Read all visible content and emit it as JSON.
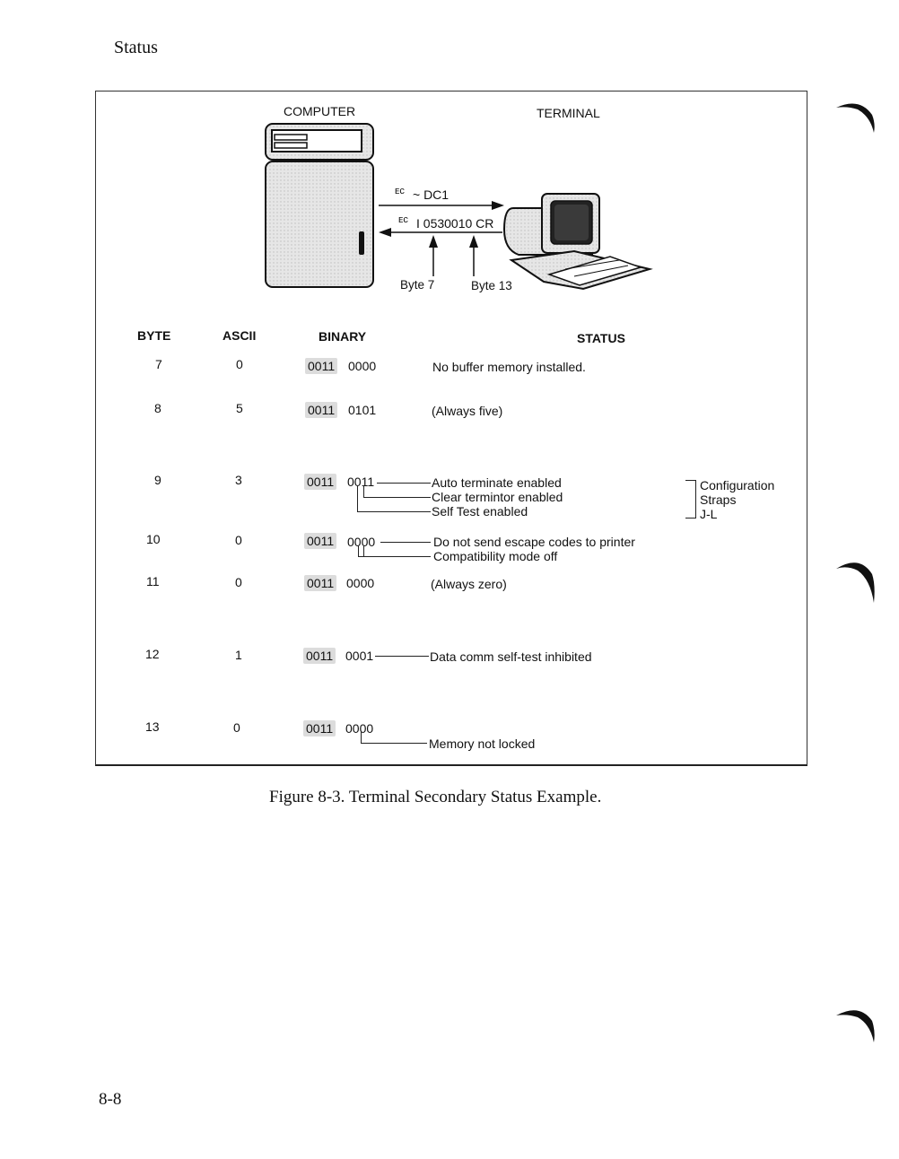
{
  "page": {
    "running_head": "Status",
    "page_number": "8-8",
    "caption": "Figure 8-3. Terminal Secondary Status Example."
  },
  "diagram": {
    "computer_label": "COMPUTER",
    "terminal_label": "TERMINAL",
    "escape_glyph": "ᴇᴄ",
    "request_seq": "~ DC1",
    "response_seq": "I 0530010 CR",
    "byte7_label": "Byte 7",
    "byte13_label": "Byte 13"
  },
  "table": {
    "headers": {
      "byte": "BYTE",
      "ascii": "ASCII",
      "binary": "BINARY",
      "status": "STATUS"
    },
    "rows": [
      {
        "byte": "7",
        "ascii": "0",
        "hi": "0011",
        "lo": "0000",
        "status": [
          "No buffer memory installed."
        ]
      },
      {
        "byte": "8",
        "ascii": "5",
        "hi": "0011",
        "lo": "0101",
        "status": [
          "(Always five)"
        ]
      },
      {
        "byte": "9",
        "ascii": "3",
        "hi": "0011",
        "lo": "0011",
        "status": [
          "Auto terminate enabled",
          "Clear termintor enabled",
          "Self Test enabled"
        ]
      },
      {
        "byte": "10",
        "ascii": "0",
        "hi": "0011",
        "lo": "0000",
        "status": [
          "Do not send escape codes to printer",
          "Compatibility mode off"
        ]
      },
      {
        "byte": "11",
        "ascii": "0",
        "hi": "0011",
        "lo": "0000",
        "status": [
          "(Always zero)"
        ]
      },
      {
        "byte": "12",
        "ascii": "1",
        "hi": "0011",
        "lo": "0001",
        "status": [
          "Data comm self-test inhibited"
        ]
      },
      {
        "byte": "13",
        "ascii": "0",
        "hi": "0011",
        "lo": "0000",
        "status": [
          "Memory not locked"
        ]
      }
    ],
    "config_note": [
      "Configuration",
      "Straps",
      "J-L"
    ]
  }
}
